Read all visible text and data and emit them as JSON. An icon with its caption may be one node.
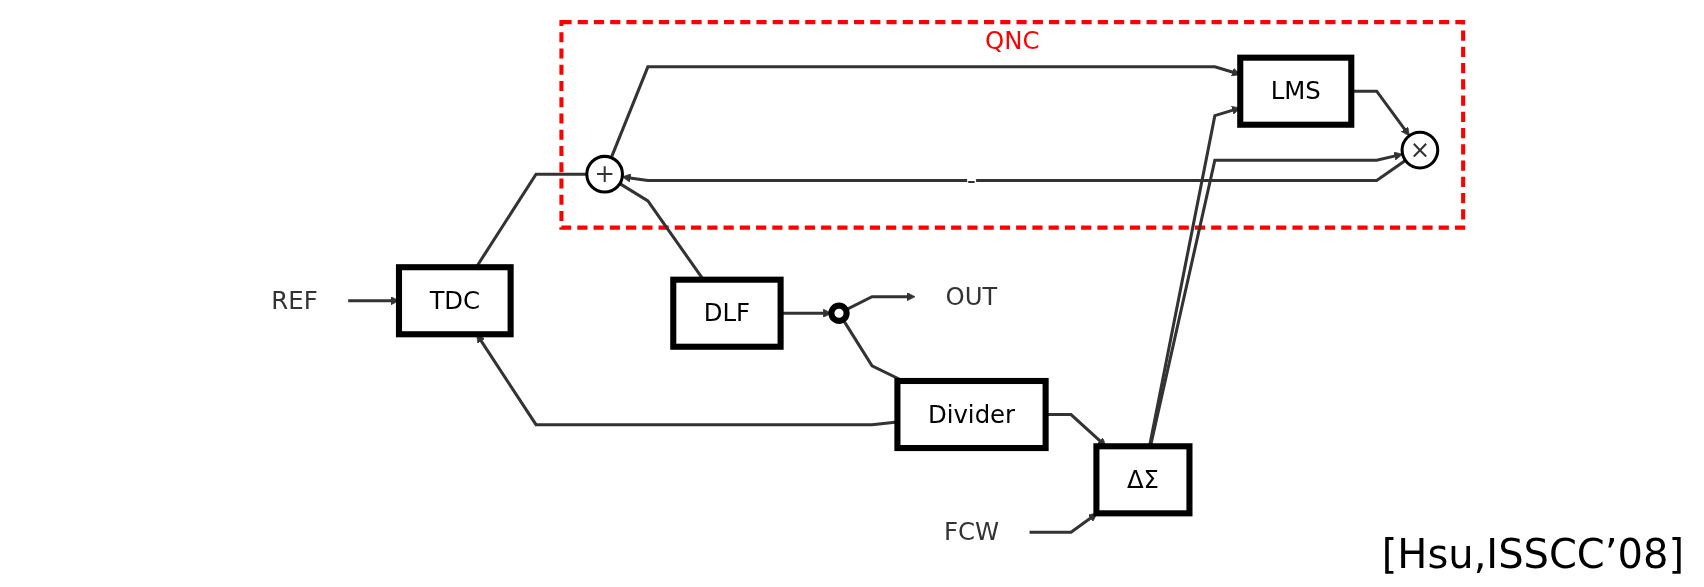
{
  "diagram": {
    "nodes": [
      {
        "text": [
          "REF"
        ]
      },
      {
        "text": [
          "TDC"
        ]
      },
      {
        "text": [
          "QNC"
        ]
      },
      {
        "text": [
          "+"
        ],
        "in": 2
      },
      {
        "text": [
          "×"
        ],
        "in": 2
      },
      {
        "text": [
          "LMS"
        ],
        "in": 2
      },
      {
        "text": [
          "DLF"
        ]
      },
      {
        "text": [],
        "shape": "circle"
      },
      {
        "text": [
          "OUT"
        ]
      },
      {
        "text": [
          "FCW"
        ]
      },
      {
        "text": [
          "ΔΣ"
        ]
      },
      {
        "text": [
          "Divider"
        ]
      }
    ],
    "edges": [
      {
        "from": 0,
        "to": 1,
        "arrow": "to"
      },
      {
        "from": 1,
        "to": 3,
        "arrow": "none"
      },
      {
        "from": 3,
        "to": 6,
        "arrow": "none"
      },
      {
        "from": 3,
        "to": 5,
        "arrow": "to"
      },
      {
        "from": 5,
        "to": 4,
        "arrow": "to"
      },
      {
        "from": 4,
        "to": 3,
        "label": "-",
        "arrow": "to"
      },
      {
        "from": 10,
        "to": 4,
        "arrow": "to"
      },
      {
        "from": 10,
        "to": 5,
        "arrow": "to"
      },
      {
        "from": 6,
        "to": 7,
        "arrow": "to"
      },
      {
        "from": 7,
        "to": 8,
        "arrow": "to"
      },
      {
        "from": 7,
        "to": 11,
        "arrow": "none"
      },
      {
        "from": 11,
        "to": 1,
        "arrow": "to"
      },
      {
        "from": 11,
        "to": 10,
        "arrow": "to"
      },
      {
        "from": 9,
        "to": 10,
        "arrow": "to"
      }
    ],
    "labels": [
      "[Hsu,ISSCC’08]"
    ]
  }
}
